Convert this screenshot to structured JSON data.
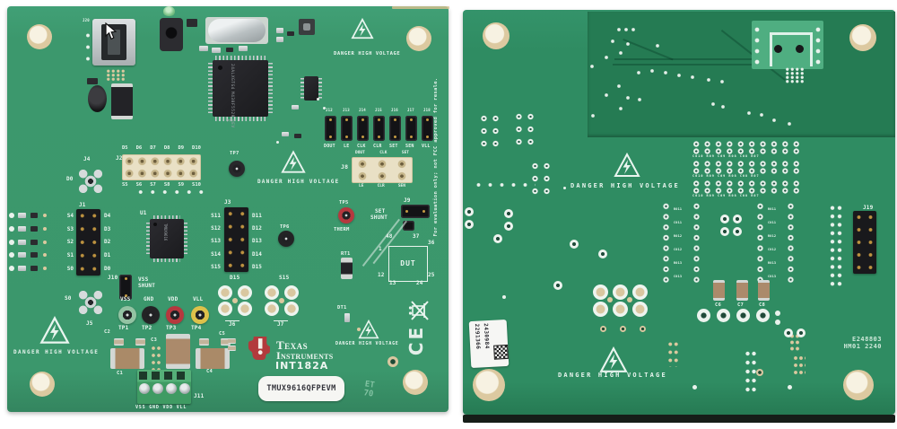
{
  "front": {
    "danger": "DANGER HIGH VOLTAGE",
    "eval_notice": "For evaluation only; not FCC approved for resale.",
    "refs": {
      "j20": "J20",
      "j1": "J1",
      "j2": "J2",
      "j3": "J3",
      "j4": "J4",
      "j5": "J5",
      "j6": "J6",
      "j7": "J7",
      "j8": "J8",
      "j9": "J9",
      "j10": "J10",
      "j11": "J11",
      "u1": "U1",
      "rt1": "RT1",
      "dt1": "DT1",
      "c1": "C1",
      "c2": "C2",
      "c3": "C3",
      "c4": "C4",
      "c5": "C5",
      "tp5": "TP5",
      "tp6": "TP6",
      "tp7": "TP7",
      "d0": "D0",
      "s0": "S0",
      "d15": "D15",
      "s15": "S15"
    },
    "jumper_refs": [
      "J12",
      "J13",
      "J14",
      "J15",
      "J16",
      "J17",
      "J18"
    ],
    "jumper_labels": [
      "DOUT",
      "LE",
      "CLK",
      "CLR",
      "SET",
      "SEN",
      "VLL"
    ],
    "j8_top": [
      "DOUT",
      "CLK",
      "SET"
    ],
    "j8_bottom": [
      "LE",
      "CLR",
      "SEN"
    ],
    "j1_left": [
      "S4",
      "S3",
      "S2",
      "S1",
      "S0"
    ],
    "j1_right": [
      "D4",
      "D3",
      "D2",
      "D1",
      "D0"
    ],
    "j2_top": [
      "D5",
      "D6",
      "D7",
      "D8",
      "D9",
      "D10"
    ],
    "j2_bottom": [
      "S5",
      "S6",
      "S7",
      "S8",
      "S9",
      "S10"
    ],
    "j3_left": [
      "S11",
      "S12",
      "S13",
      "S14",
      "S15"
    ],
    "j3_right": [
      "D11",
      "D12",
      "D13",
      "D14",
      "D15"
    ],
    "set_shunt": [
      "SET",
      "SHUNT"
    ],
    "vss_shunt": [
      "VSS",
      "SHUNT"
    ],
    "therm": "THERM",
    "dut": {
      "label": "DUT",
      "p48": "48",
      "p37": "37",
      "p1": "1",
      "p36": "36",
      "p12": "12",
      "p25": "25",
      "p13": "13",
      "p24": "24"
    },
    "tp_names": [
      "VSS",
      "GND",
      "VDD",
      "VLL"
    ],
    "tp_refs": [
      "TP1",
      "TP2",
      "TP3",
      "TP4"
    ],
    "terminal_text": "VSS GND VDD VLL",
    "brand": {
      "name1": "Texas",
      "name2": "Instruments",
      "model": "INT182A"
    },
    "part_label": "TMUX9616QFPEVM",
    "mcu": {
      "line1": "24ALXGTG4",
      "line2": "M430F5529",
      "line3": "REV K"
    },
    "u1_text": "TMUX9616",
    "ce": "CE",
    "etch1": "ET",
    "etch2": "70"
  },
  "back": {
    "danger": "DANGER HIGH VOLTAGE",
    "sticker": {
      "num1": "2291366",
      "num2": "2430984"
    },
    "board_id1": "E248803",
    "board_id2": "HM01 2240",
    "refs": {
      "j19": "J19",
      "c6": "C6",
      "c7": "C7",
      "c8": "C8"
    },
    "row_labels": "C010 R09 C09 R08 C08 R07",
    "strip_labels_left": [
      "R011",
      "C011",
      "R012",
      "C012",
      "R013",
      "C013"
    ],
    "strip_labels_right": [
      "R011",
      "C011",
      "R012",
      "C012",
      "R013",
      "C013"
    ]
  },
  "colors": {
    "pcb_front": "#3c986d",
    "pcb_back": "#2f8c62",
    "pcb_recessed": "#257b53",
    "silkscreen": "#e9f5ef",
    "ti_red": "#b23a3c",
    "tp_vss": "#93c3a3",
    "tp_gnd": "#232325",
    "tp_vdd": "#b5383e",
    "tp_vll": "#ddc14a",
    "tp_therm": "#b5383e"
  }
}
